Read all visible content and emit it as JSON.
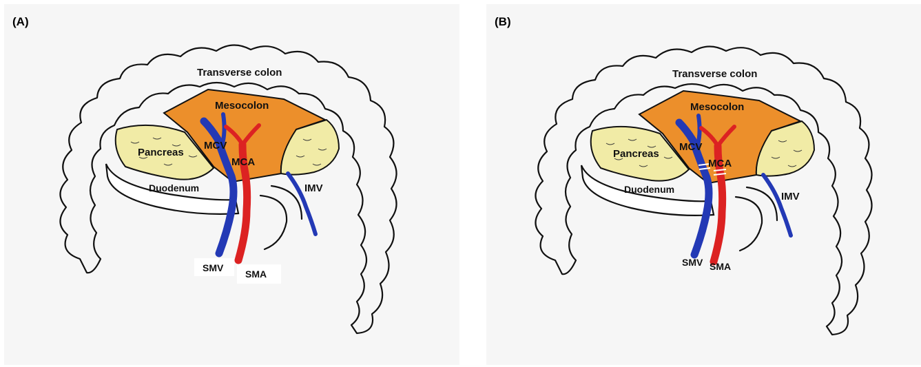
{
  "panels": [
    {
      "label": "(A)",
      "labels": {
        "transverse_colon": "Transverse colon",
        "mesocolon": "Mesocolon",
        "pancreas": "Pancreas",
        "duodenum": "Duodenum",
        "mcv": "MCV",
        "mca": "MCA",
        "imv": "IMV",
        "smv": "SMV",
        "sma": "SMA"
      },
      "vessels_ligated": false
    },
    {
      "label": "(B)",
      "labels": {
        "transverse_colon": "Transverse colon",
        "mesocolon": "Mesocolon",
        "pancreas": "Pancreas",
        "duodenum": "Duodenum",
        "mcv": "MCV",
        "mca": "MCA",
        "imv": "IMV",
        "smv": "SMV",
        "sma": "SMA"
      },
      "vessels_ligated": true
    }
  ],
  "colors": {
    "mesocolon": "#ec8f2b",
    "pancreas": "#f1eba6",
    "vein": "#2339b5",
    "artery": "#dc2222",
    "background": "#f6f6f6"
  }
}
